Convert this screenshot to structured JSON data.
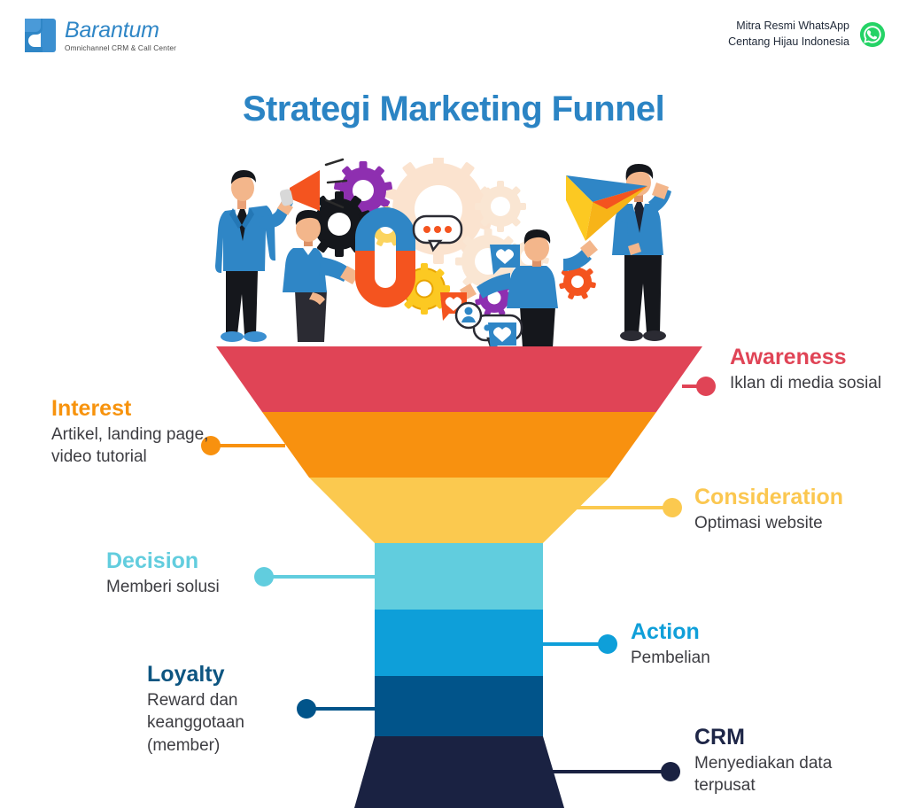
{
  "brand": {
    "name": "Barantum",
    "tagline": "Omnichannel CRM & Call Center",
    "logo_icon": "barantum-b-logo",
    "color": "#2f86c6"
  },
  "partner": {
    "line1": "Mitra Resmi WhatsApp",
    "line2": "Centang Hijau Indonesia",
    "icon": "whatsapp-icon",
    "icon_color": "#25D366"
  },
  "title": "Strategi Marketing Funnel",
  "title_color": "#2b84c4",
  "illustration": {
    "name": "marketing-team-illustration",
    "elements": [
      "businessman-with-megaphone",
      "man-holding-magnet",
      "man-with-social-media-icons",
      "man-with-paper-plane",
      "gears-cluster"
    ]
  },
  "chart_data": {
    "type": "funnel",
    "title": "Strategi Marketing Funnel",
    "stages": [
      {
        "label": "Awareness",
        "description": "Iklan di media sosial",
        "color": "#e04456",
        "side": "right"
      },
      {
        "label": "Interest",
        "description": "Artikel, landing page, video tutorial",
        "color": "#f7930d",
        "side": "left"
      },
      {
        "label": "Consideration",
        "description": "Optimasi website",
        "color": "#fbc750",
        "side": "right"
      },
      {
        "label": "Decision",
        "description": "Memberi solusi",
        "color": "#62cdde",
        "side": "left"
      },
      {
        "label": "Action",
        "description": "Pembelian",
        "color": "#0f9fd9",
        "side": "right"
      },
      {
        "label": "Loyalty",
        "description": "Reward dan keanggotaan (member)",
        "color": "#0d5581",
        "side": "left"
      },
      {
        "label": "CRM",
        "description": "Menyediakan data terpusat",
        "color": "#1e2647",
        "side": "right"
      }
    ]
  },
  "funnel": {
    "awareness": {
      "title": "Awareness",
      "desc": "Iklan di media sosial"
    },
    "interest": {
      "title": "Interest",
      "desc": "Artikel, landing page, video tutorial"
    },
    "consideration": {
      "title": "Consideration",
      "desc": "Optimasi website"
    },
    "decision": {
      "title": "Decision",
      "desc": "Memberi solusi"
    },
    "action": {
      "title": "Action",
      "desc": "Pembelian"
    },
    "loyalty": {
      "title": "Loyalty",
      "desc": "Reward dan keanggotaan (member)"
    },
    "crm": {
      "title": "CRM",
      "desc": "Menyediakan data terpusat"
    }
  }
}
